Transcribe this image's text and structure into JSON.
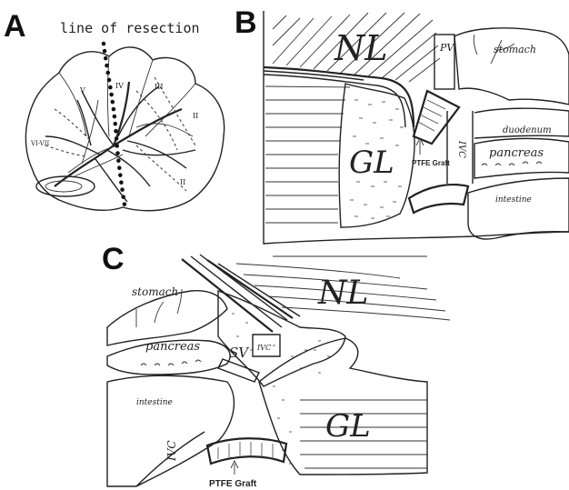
{
  "figure": {
    "panel_a": {
      "letter": "A",
      "caption": "line of resection",
      "segments": [
        "V",
        "IV",
        "III",
        "II",
        "VI-VII",
        "II"
      ]
    },
    "panel_b": {
      "letter": "B",
      "labels": {
        "nl": "NL",
        "gl": "GL",
        "pv": "PV",
        "ivc": "IVC",
        "stomach": "stomach",
        "duodenum": "duodenum",
        "pancreas": "pancreas",
        "intestine": "intestine",
        "graft": "PTFE Graft"
      }
    },
    "panel_c": {
      "letter": "C",
      "labels": {
        "nl": "NL",
        "gl": "GL",
        "stomach": "stomach",
        "pancreas": "pancreas",
        "sv": "SV",
        "ivc": "IVC",
        "intestine": "intestine",
        "graft": "PTFE Graft"
      }
    }
  }
}
